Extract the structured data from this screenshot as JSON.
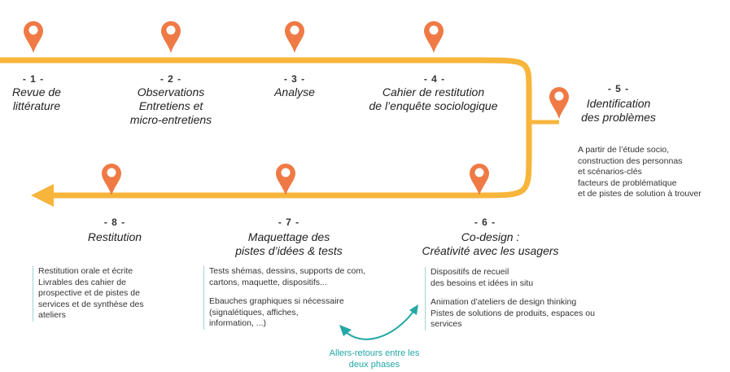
{
  "colors": {
    "path": "#f7b53b",
    "pin": "#ef7a45",
    "teal": "#23a7a7",
    "box_line": "#9fd3d3"
  },
  "steps": [
    {
      "number": "- 1 -",
      "title_lines": [
        "Revue de",
        "littérature"
      ]
    },
    {
      "number": "- 2 -",
      "title_lines": [
        "Observations",
        "Entretiens et",
        "micro-entretiens"
      ]
    },
    {
      "number": "- 3 -",
      "title_lines": [
        "Analyse"
      ]
    },
    {
      "number": "- 4 -",
      "title_lines": [
        "Cahier de restitution",
        "de l’enquête sociologique"
      ]
    },
    {
      "number": "- 5 -",
      "title_lines": [
        "Identification",
        "des problèmes"
      ],
      "desc_lines": [
        "A partir de l’étude socio,",
        "construction des personnas",
        "et scénarios-clés",
        "facteurs de problématique",
        "et de pistes de solution à trouver"
      ]
    },
    {
      "number": "- 6 -",
      "title_lines": [
        "Co-design :",
        "Créativité avec les usagers"
      ],
      "desc_lines": [
        "Dispositifs de recueil",
        "des besoins et idées in situ",
        "",
        "Animation d’ateliers de design thinking",
        "Pistes de solutions de produits, espaces ou",
        "services"
      ]
    },
    {
      "number": "- 7 -",
      "title_lines": [
        "Maquettage des",
        "pistes d’idées & tests"
      ],
      "desc_lines": [
        "Tests shémas, dessins, supports de com,",
        "cartons, maquette, dispositifs...",
        "",
        "Ebauches graphiques si nécessaire",
        "(signalétiques, affiches,",
        "information, ...)"
      ]
    },
    {
      "number": "- 8 -",
      "title_lines": [
        "Restitution"
      ],
      "desc_lines": [
        "Restitution orale et écrite",
        "Livrables des cahier de",
        "prospective et de pistes de",
        "services et de synthèse des",
        "ateliers"
      ]
    }
  ],
  "round_trip_note": [
    "Allers-retours entre les",
    "deux phases"
  ]
}
